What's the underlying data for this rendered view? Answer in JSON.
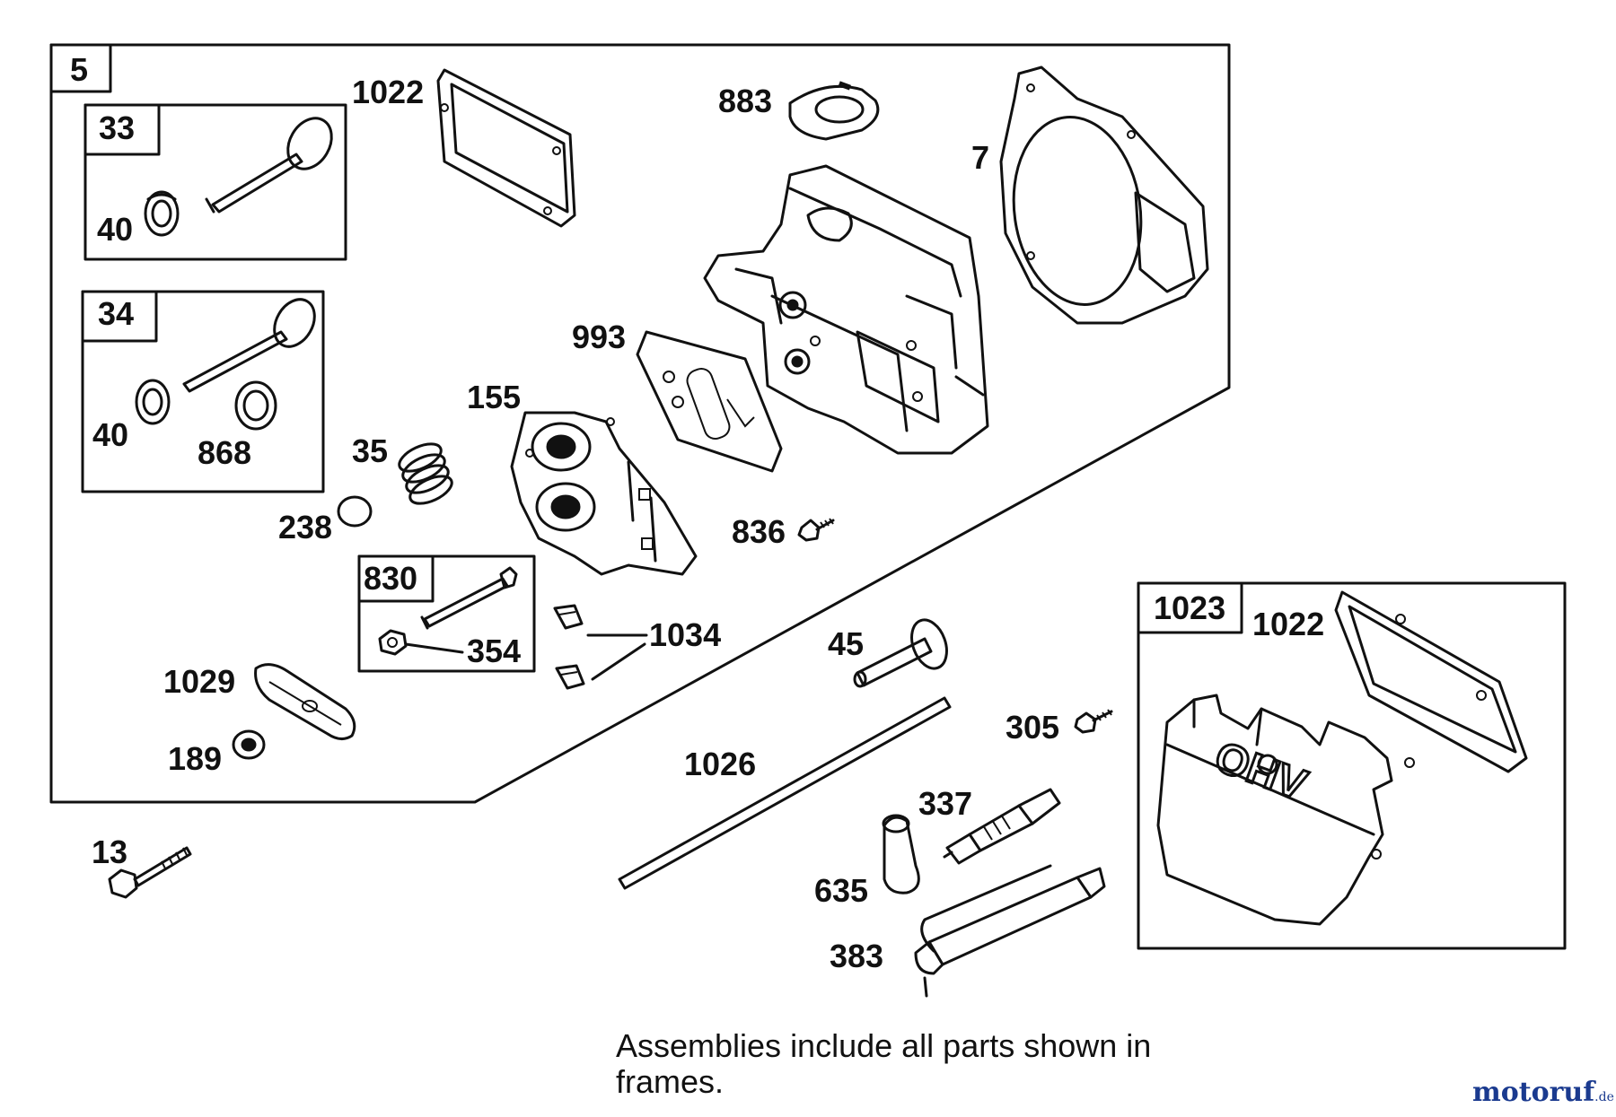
{
  "frames": {
    "main": "5",
    "valve_intake": "33",
    "valve_exhaust": "34",
    "rocker_stud": "830",
    "cover": "1023"
  },
  "parts": {
    "p1022_top": "1022",
    "p883": "883",
    "p7": "7",
    "p993": "993",
    "p155": "155",
    "p35": "35",
    "p238": "238",
    "p836": "836",
    "p40_a": "40",
    "p40_b": "40",
    "p868": "868",
    "p354": "354",
    "p1034": "1034",
    "p1029": "1029",
    "p189": "189",
    "p13": "13",
    "p45": "45",
    "p1026": "1026",
    "p305": "305",
    "p337": "337",
    "p635": "635",
    "p383": "383",
    "p1022_cover": "1022"
  },
  "cover_text": "OHV",
  "note": "Assemblies include all parts shown in frames.",
  "watermark": {
    "brand": "motoruf",
    "suffix": ".de"
  }
}
